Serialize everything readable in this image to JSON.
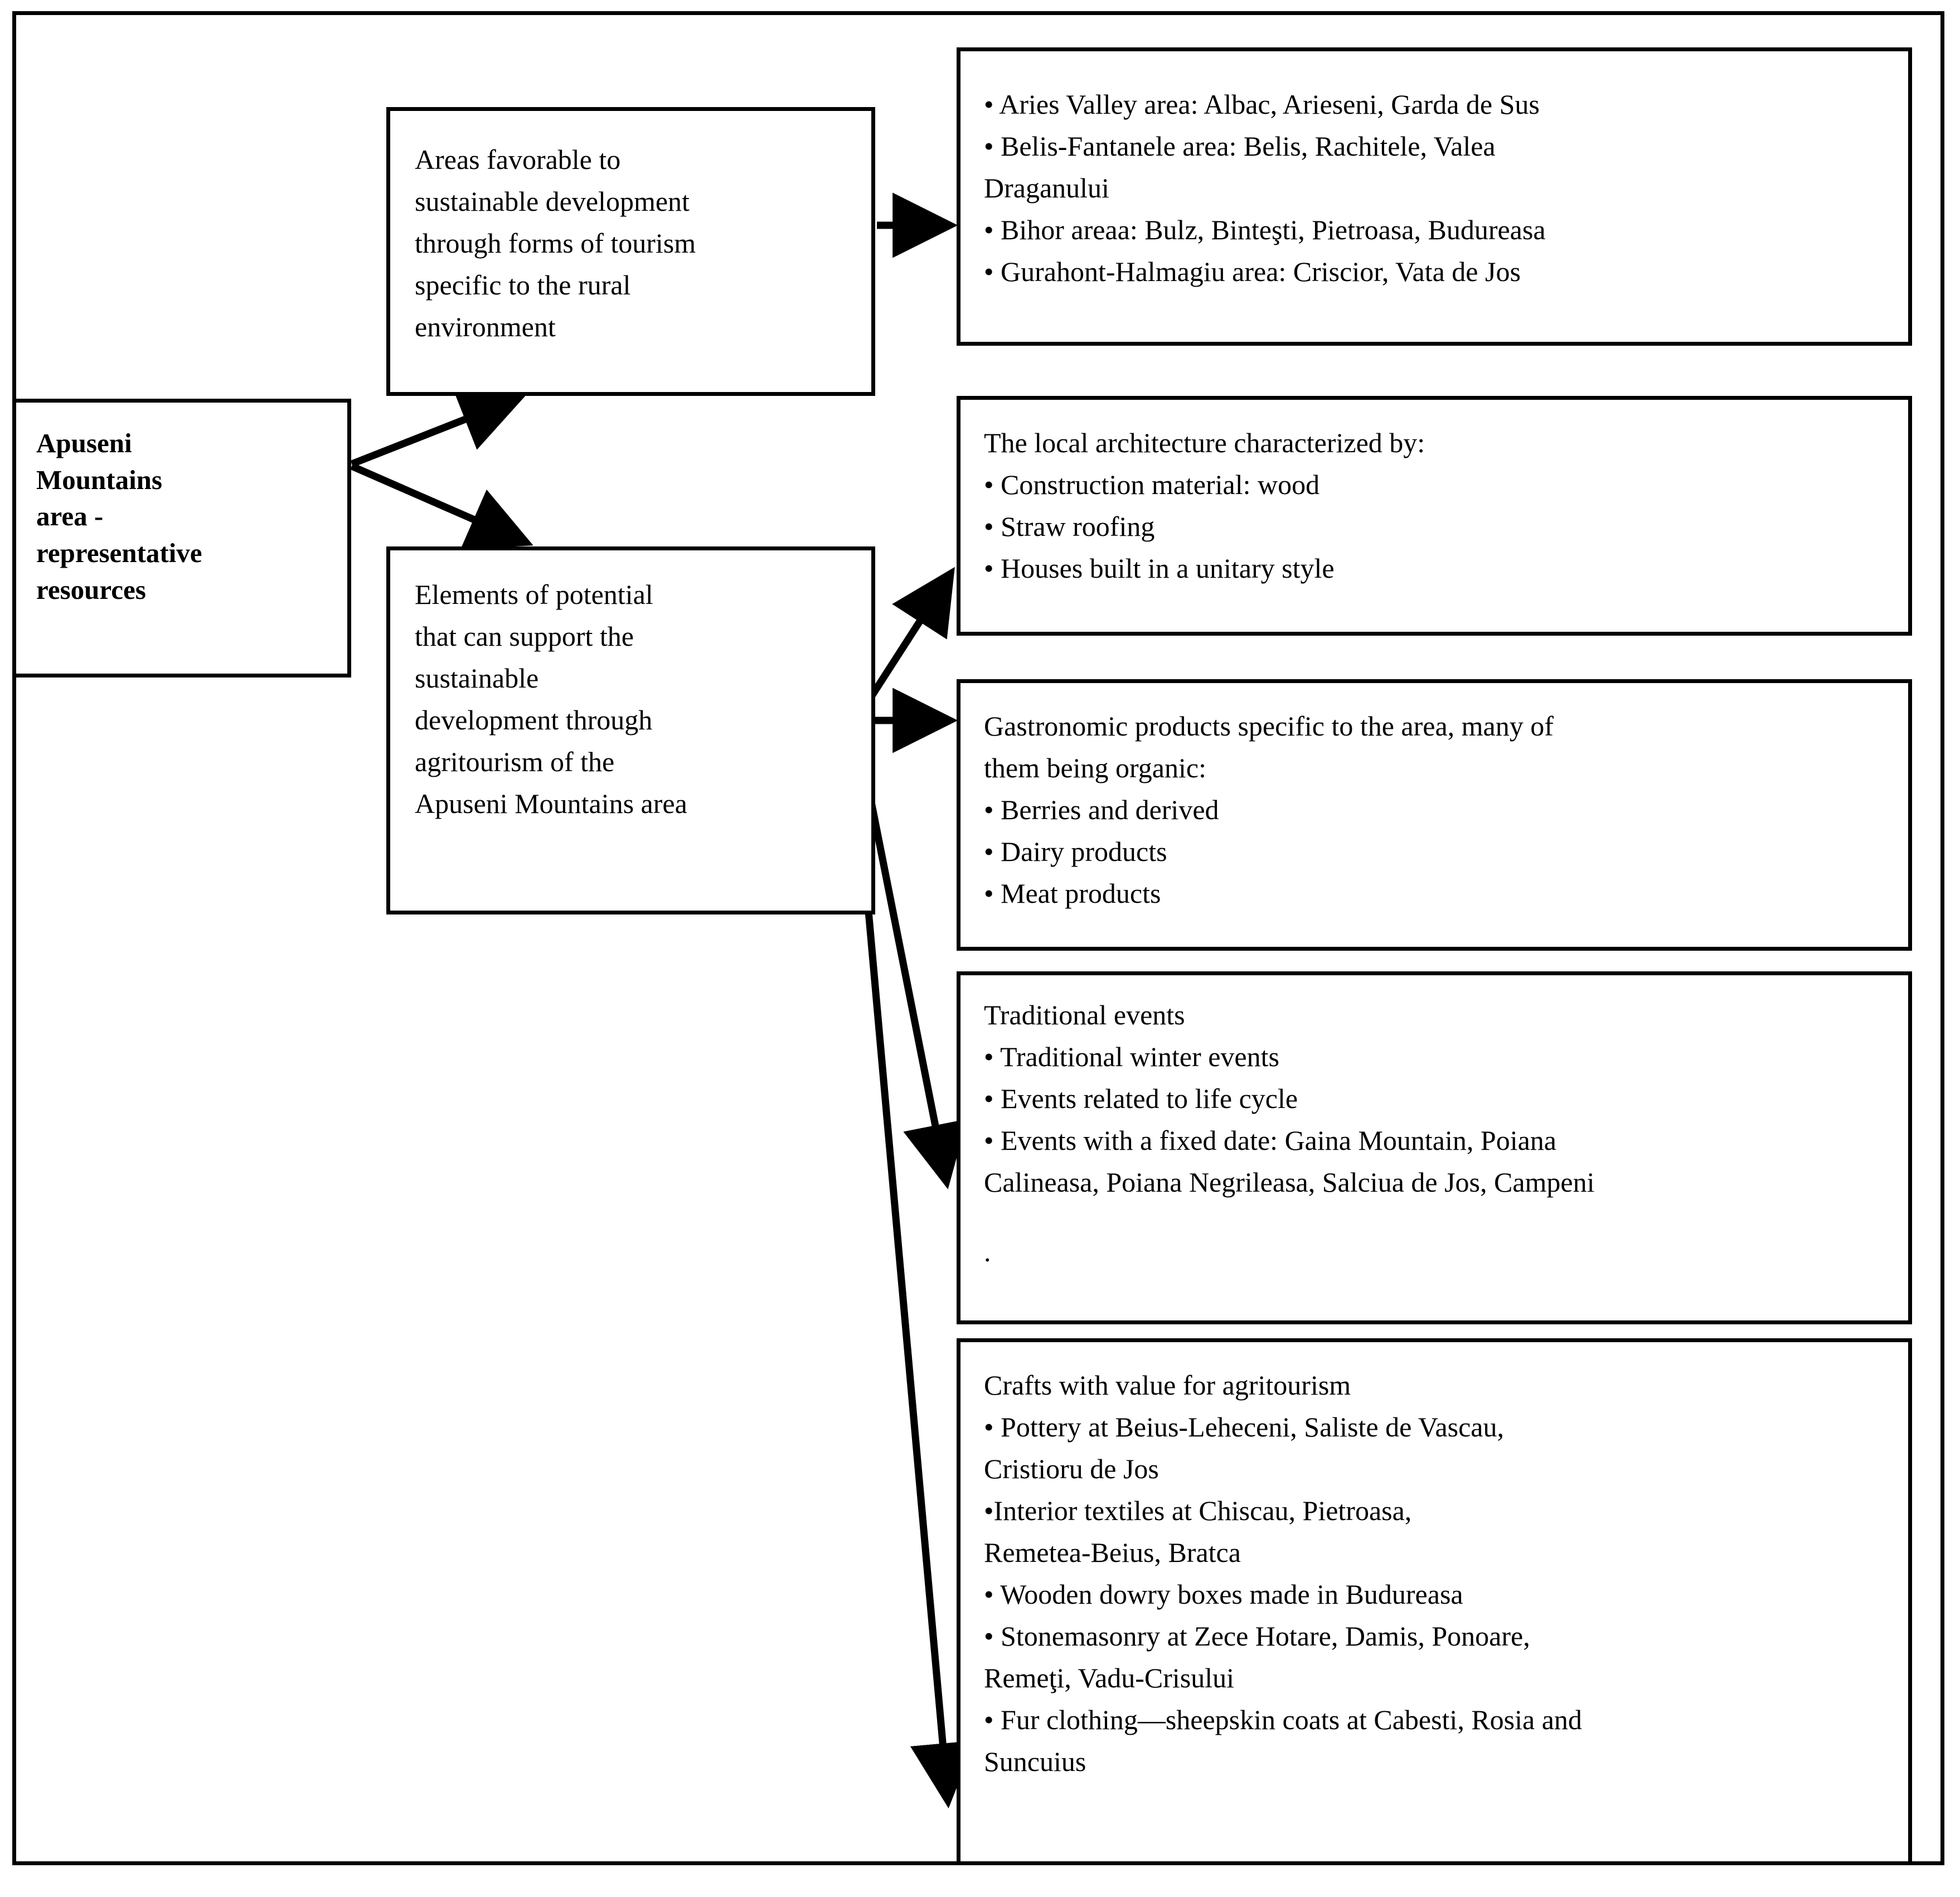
{
  "diagram": {
    "type": "flow-diagram",
    "root": {
      "id": "apuseni-root",
      "bold": true,
      "lines": [
        "Apuseni",
        "Mountains",
        "area -",
        "representative",
        "resources"
      ]
    },
    "branches": [
      {
        "id": "areas-favorable",
        "lines": [
          "Areas favorable to",
          "sustainable development",
          "through forms of tourism",
          "specific to the rural",
          "environment"
        ]
      },
      {
        "id": "elements-of-potential",
        "lines": [
          "Elements of potential",
          "that can support the",
          "sustainable",
          "development through",
          "agritourism of the",
          "Apuseni Mountains area"
        ]
      }
    ],
    "details": [
      {
        "id": "areas-list",
        "source": "areas-favorable",
        "lines": [
          "• Aries Valley area: Albac, Arieseni, Garda de Sus",
          "• Belis-Fantanele area: Belis, Rachitele, Valea",
          "Draganului",
          "• Bihor areaa: Bulz, Binteşti, Pietroasa, Budureasa",
          "• Gurahont-Halmagiu area: Criscior, Vata de Jos"
        ]
      },
      {
        "id": "local-architecture",
        "source": "elements-of-potential",
        "lines": [
          "The local architecture characterized by:",
          "• Construction material: wood",
          "• Straw roofing",
          "• Houses built in a unitary style"
        ]
      },
      {
        "id": "gastronomic-products",
        "source": "elements-of-potential",
        "justified_first": true,
        "lines": [
          "Gastronomic products specific to the area, many of",
          "them being organic:",
          "• Berries and derived",
          "• Dairy products",
          "• Meat products"
        ]
      },
      {
        "id": "traditional-events",
        "source": "elements-of-potential",
        "lines": [
          "Traditional events",
          "• Traditional winter events",
          "• Events related to life cycle",
          "• Events with a fixed date: Gaina Mountain, Poiana",
          "Calineasa, Poiana Negrileasa, Salciua de Jos, Campeni",
          "",
          "."
        ]
      },
      {
        "id": "crafts",
        "source": "elements-of-potential",
        "lines": [
          "Crafts with value for agritourism",
          "• Pottery at Beius-Leheceni, Saliste de Vascau,",
          "Cristioru de Jos",
          "•Interior textiles at Chiscau, Pietroasa,",
          "Remetea-Beius, Bratca",
          "• Wooden dowry boxes made in Budureasa",
          "• Stonemasonry at Zece Hotare, Damis, Ponoare,",
          "Remeţi, Vadu-Crisului",
          "• Fur clothing—sheepskin coats at Cabesti, Rosia and",
          "Suncuius"
        ]
      }
    ],
    "colors": {
      "stroke": "#000000",
      "background": "#ffffff"
    }
  }
}
